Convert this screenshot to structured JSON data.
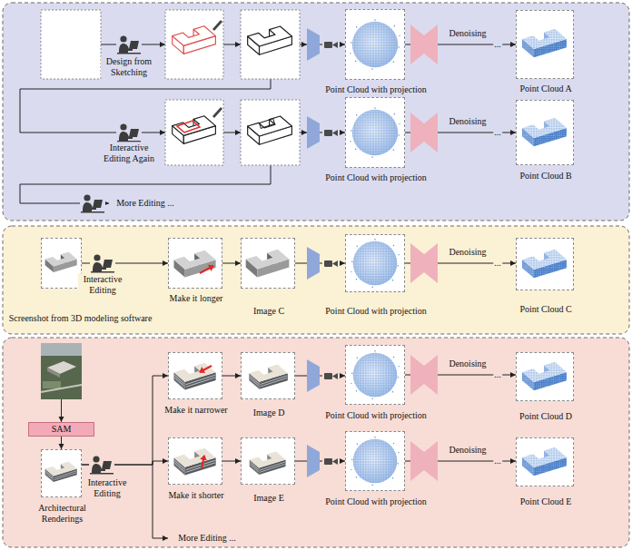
{
  "diagram": {
    "nodes": [
      {
        "text": [
          "Point Cloud with projection"
        ]
      },
      {
        "text": [
          "Point Cloud A"
        ]
      },
      {
        "text": [
          "Point Cloud with projection"
        ]
      },
      {
        "text": [
          "Point Cloud B"
        ]
      },
      {
        "text": [
          "Screenshot from 3D modeling software"
        ]
      },
      {
        "text": [
          "Make it longer"
        ]
      },
      {
        "text": [
          "Image C"
        ]
      },
      {
        "text": [
          "Point Cloud with projection"
        ]
      },
      {
        "text": [
          "Point Cloud C"
        ]
      },
      {
        "text": [
          "SAM"
        ]
      },
      {
        "text": [
          "Architectural Renderings"
        ]
      },
      {
        "text": [
          "Make it narrower"
        ]
      },
      {
        "text": [
          "Image D"
        ]
      },
      {
        "text": [
          "Point Cloud with projection"
        ]
      },
      {
        "text": [
          "Point Cloud D"
        ]
      },
      {
        "text": [
          "Make it shorter"
        ]
      },
      {
        "text": [
          "Image E"
        ]
      },
      {
        "text": [
          "Point Cloud with projection"
        ]
      },
      {
        "text": [
          "Point Cloud E"
        ]
      }
    ],
    "edges": [
      {
        "from": 0,
        "to": 1,
        "label": "Denoising",
        "arrow": "to"
      },
      {
        "from": 2,
        "to": 3,
        "label": "Denoising",
        "arrow": "to"
      },
      {
        "from": 4,
        "to": 5,
        "label": "Interactive Editing",
        "arrow": "to"
      },
      {
        "from": 5,
        "to": 6,
        "arrow": "to"
      },
      {
        "from": 6,
        "to": 7,
        "arrow": "to"
      },
      {
        "from": 7,
        "to": 8,
        "label": "Denoising",
        "arrow": "to"
      },
      {
        "from": 9,
        "to": 10,
        "arrow": "to"
      },
      {
        "from": 10,
        "to": 11,
        "arrow": "to"
      },
      {
        "from": 10,
        "to": 15,
        "arrow": "to"
      },
      {
        "from": 11,
        "to": 12,
        "arrow": "to"
      },
      {
        "from": 12,
        "to": 13,
        "arrow": "to"
      },
      {
        "from": 13,
        "to": 14,
        "label": "Denoising",
        "arrow": "to"
      },
      {
        "from": 15,
        "to": 16,
        "arrow": "to"
      },
      {
        "from": 16,
        "to": 17,
        "arrow": "to"
      },
      {
        "from": 17,
        "to": 18,
        "label": "Denoising",
        "arrow": "to"
      }
    ],
    "labels": [
      "Design from Sketching",
      "...",
      "Interactive Editing Again",
      "...",
      "More Editing ...",
      "...",
      "Interactive Editing",
      "...",
      "...",
      "More Editing ..."
    ]
  }
}
